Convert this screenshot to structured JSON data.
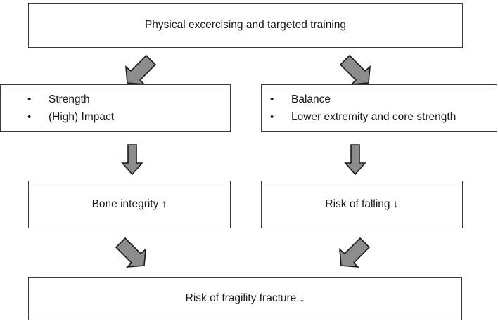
{
  "diagram": {
    "title_box": {
      "text": "Physical excercising and targeted training"
    },
    "row2": {
      "left": {
        "bullets": [
          {
            "marker": "•",
            "label": "Strength"
          },
          {
            "marker": "•",
            "label": "(High) Impact"
          }
        ]
      },
      "right": {
        "bullets": [
          {
            "marker": "•",
            "label": "Balance"
          },
          {
            "marker": "•",
            "label": "Lower extremity and core strength"
          }
        ]
      }
    },
    "row3": {
      "left": {
        "text": "Bone integrity ↑"
      },
      "right": {
        "text": "Risk of falling ↓"
      }
    },
    "outcome": {
      "text": "Risk of fragility fracture ↓"
    },
    "arrows": [
      {
        "name": "arrow-top-to-left-branch",
        "direction": "down-left"
      },
      {
        "name": "arrow-top-to-right-branch",
        "direction": "down-right"
      },
      {
        "name": "arrow-left-strength-to-bone",
        "direction": "down"
      },
      {
        "name": "arrow-right-balance-to-falling",
        "direction": "down"
      },
      {
        "name": "arrow-bone-to-outcome",
        "direction": "down-right"
      },
      {
        "name": "arrow-falling-to-outcome",
        "direction": "down-left"
      }
    ],
    "colors": {
      "box_border": "#3a3a3a",
      "box_fill": "#ffffff",
      "arrow_fill": "#8c8c8c",
      "arrow_stroke": "#1a1a1a",
      "text": "#1a1a1a"
    }
  }
}
